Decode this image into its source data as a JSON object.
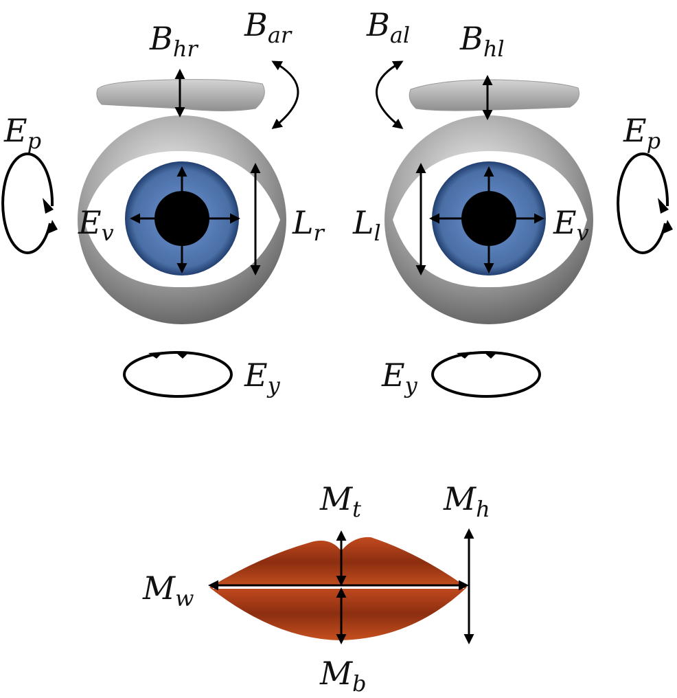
{
  "labels": {
    "brow_height_right": {
      "base": "B",
      "sub": "hr"
    },
    "brow_angle_right": {
      "base": "B",
      "sub": "ar"
    },
    "brow_angle_left": {
      "base": "B",
      "sub": "al"
    },
    "brow_height_left": {
      "base": "B",
      "sub": "hl"
    },
    "eye_pitch_right": {
      "base": "E",
      "sub": "p"
    },
    "eye_pitch_left": {
      "base": "E",
      "sub": "p"
    },
    "eye_vergence_right": {
      "base": "E",
      "sub": "v"
    },
    "eye_vergence_left": {
      "base": "E",
      "sub": "v"
    },
    "lid_right": {
      "base": "L",
      "sub": "r"
    },
    "lid_left": {
      "base": "L",
      "sub": "l"
    },
    "eye_yaw_right": {
      "base": "E",
      "sub": "y"
    },
    "eye_yaw_left": {
      "base": "E",
      "sub": "y"
    },
    "mouth_top": {
      "base": "M",
      "sub": "t"
    },
    "mouth_height": {
      "base": "M",
      "sub": "h"
    },
    "mouth_width": {
      "base": "M",
      "sub": "w"
    },
    "mouth_bottom": {
      "base": "M",
      "sub": "b"
    }
  },
  "colors": {
    "eyeball_gray": "#9a9a9a",
    "sclera": "#ffffff",
    "iris": "#4a6fa5",
    "pupil": "#000000",
    "brow": "#b8b8b8",
    "lips": "#b8431c",
    "arrow": "#000000"
  }
}
